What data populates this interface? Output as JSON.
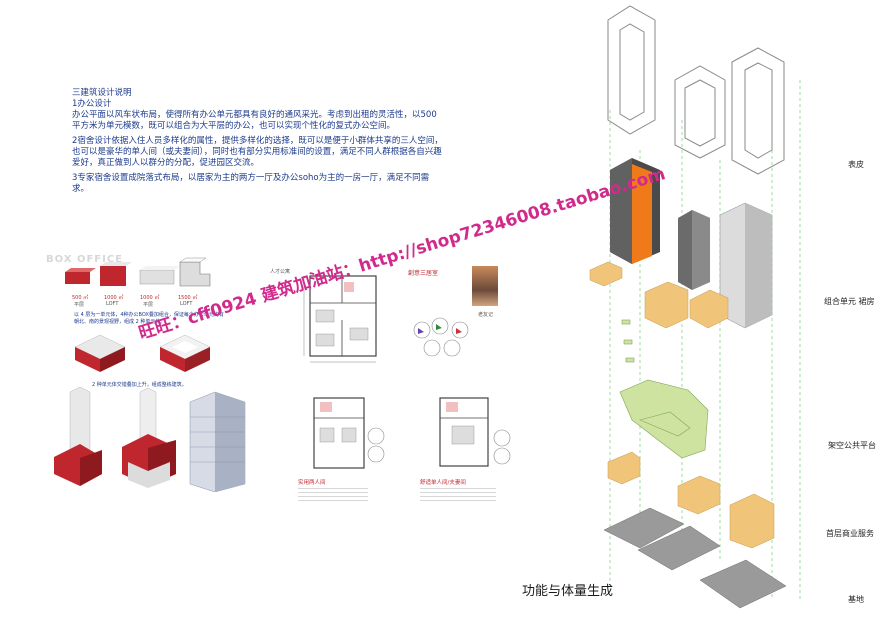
{
  "intro": {
    "heading": "三建筑设计说明",
    "sub1": "1办公设计",
    "para1": "办公平面以风车状布局，使得所有办公单元都具有良好的通风采光。考虑到出租的灵活性，以500平方米为单元模数，既可以组合为大平层的办公，也可以实现个性化的复式办公空间。",
    "para2": "2宿舍设计依据入住人员多样化的属性，提供多样化的选择，既可以是便于小群体共享的三人空间，也可以是豪华的单人间（或夫妻间），同时也有部分实用标准间的设置，满足不同人群根据各自兴趣爱好，真正做到人以群分的分配，促进园区交流。",
    "para3": "3专家宿舍设置成院落式布局，以居家为主的两方一厅及办公soho为主的一房一厅，满足不同需求。"
  },
  "box_office": {
    "label": "BOX OFFICE",
    "areas": [
      "500 ㎡",
      "1000 ㎡",
      "1000 ㎡",
      "1500 ㎡"
    ],
    "types": [
      "平层",
      "LOFT",
      "平层",
      "LOFT"
    ],
    "note1": "以 4 层为一单元体，4种办公BOX叠加组合，保证每个办公单元均有朝北、南的景观视野，组成 2 种单元体。",
    "note2": "2 种单元体交错叠加上升，组成整栋建筑。"
  },
  "dorm": {
    "plan_title": "人才公寓",
    "three_room": "創意三居室",
    "legend_name": "老友记",
    "two_room": "实用两人间",
    "single_room": "舒适单人间/夫妻间"
  },
  "watermark": {
    "text1": "旺旺：cff0924 建筑加油站：http://shop72346008.taobao.com"
  },
  "axon": {
    "labels": [
      "表皮",
      "组合单元 裙房",
      "架空公共平台",
      "首层商业服务",
      "基地"
    ],
    "title": "功能与体量生成"
  },
  "colors": {
    "accent_red": "#c0262d",
    "text_blue": "#1d3b8c",
    "orange": "#f07a1a",
    "tan": "#f0c57a",
    "green": "#cfe3a0",
    "grey": "#9a9a9a"
  }
}
